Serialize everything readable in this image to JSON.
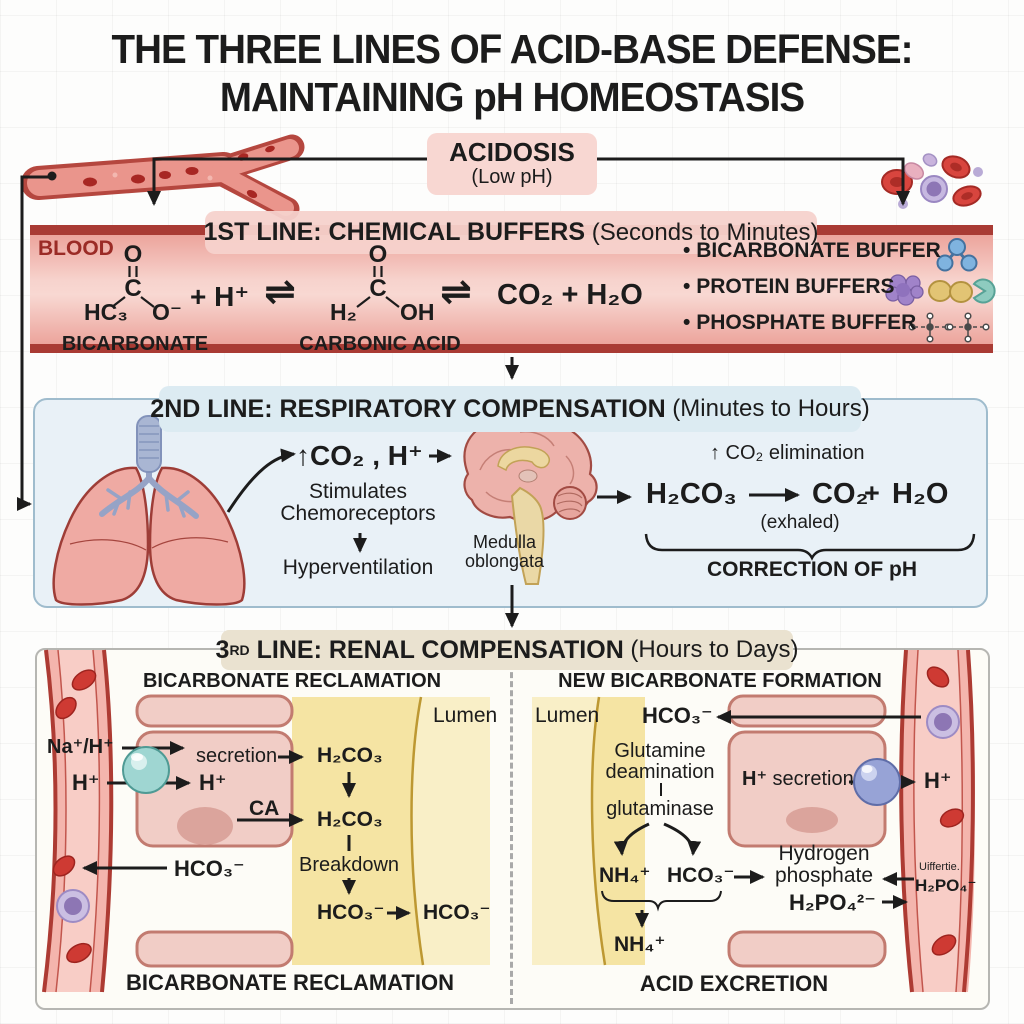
{
  "title": {
    "line1": "THE THREE LINES OF ACID-BASE DEFENSE:",
    "line2": "MAINTAINING pH HOMEOSTASIS"
  },
  "acidosis": {
    "label": "ACIDOSIS",
    "sub": "(Low pH)"
  },
  "line1": {
    "header": "1ST LINE: CHEMICAL BUFFERS",
    "header_time": " (Seconds to Minutes)",
    "blood": "BLOOD",
    "bicarb_top": "O",
    "bicarb_c": "C",
    "bicarb_left": "HC₃",
    "bicarb_right": "O⁻",
    "bicarb_label": "BICARBONATE",
    "plus_h": "+ H⁺",
    "eq": "⇌",
    "carb_top": "O",
    "carb_c": "C",
    "carb_left": "H₂",
    "carb_right": "OH",
    "carb_label": "CARBONIC ACID",
    "co2_h2o": "CO₂ + H₂O",
    "bullet": "•",
    "buffers": [
      {
        "label": "BICARBONATE BUFFER"
      },
      {
        "label": "PROTEIN BUFFERS"
      },
      {
        "label": "PHOSPHATE BUFFER"
      }
    ]
  },
  "line2": {
    "header": "2ND LINE: RESPIRATORY COMPENSATION",
    "header_time": " (Minutes to Hours)",
    "co2_h": "↑CO₂ , H⁺",
    "stimulates": "Stimulates Chemoreceptors",
    "hyperventilation": "Hyperventilation",
    "medulla": "Medulla oblongata",
    "co2_elimination": "↑ CO₂ elimination",
    "h2co3": "H₂CO₃",
    "co2": "CO₂",
    "plus": "+",
    "h2o": "H₂O",
    "exhaled": "(exhaled)",
    "correction": "CORRECTION OF pH"
  },
  "line3": {
    "header_num": "3",
    "header_ord": "RD",
    "header": " LINE: RENAL COMPENSATION",
    "header_time": " (Hours to Days)",
    "left": {
      "title": "BICARBONATE RECLAMATION",
      "lumen": "Lumen",
      "na_h": "Na⁺/H⁺",
      "secretion": "secretion",
      "h2co3_top": "H₂CO₃",
      "h_blood": "H⁺",
      "h_cell": "H⁺",
      "ca": "CA",
      "h2co3_mid": "H₂CO₃",
      "hco3_reabsorbed": "HCO₃⁻",
      "breakdown": "Breakdown",
      "hco3_cell": "HCO₃⁻",
      "hco3_lumen": "HCO₃⁻",
      "caption": "BICARBONATE RECLAMATION"
    },
    "right": {
      "title": "NEW BICARBONATE FORMATION",
      "lumen": "Lumen",
      "hco3_new": "HCO₃⁻",
      "glutamine1": "Glutamine",
      "glutamine2": "deamination",
      "glutaminase": "glutaminase",
      "h_plus": "H⁺",
      "secretion_word": " secretion",
      "h_lumen": "H⁺",
      "nh4_top": "NH₄⁺",
      "hco3_mid": "HCO₃⁻",
      "hydrogen_phosphate": "Hydrogen phosphate",
      "h2po4_cell": "H₂PO₄²⁻",
      "vessel_label": "Uiffertie.",
      "h2po4_vessel": "H₂PO₄⁻",
      "nh4_bottom": "NH₄⁺",
      "caption": "ACID EXCRETION"
    }
  },
  "colors": {
    "band_border": "#a93b34",
    "band_fill": "#f3b7b1",
    "header_pink": "#f6d2cc",
    "resp_bg": "#e9f1f7",
    "resp_border": "#9fbccd",
    "resp_header": "#dcebf2",
    "renal_header": "#eae2d0",
    "lumen_yellow": "#f5e4a3",
    "cell_fill": "#f1cdc6",
    "vessel_red": "#ad3b33",
    "ink": "#1c1c1c"
  }
}
